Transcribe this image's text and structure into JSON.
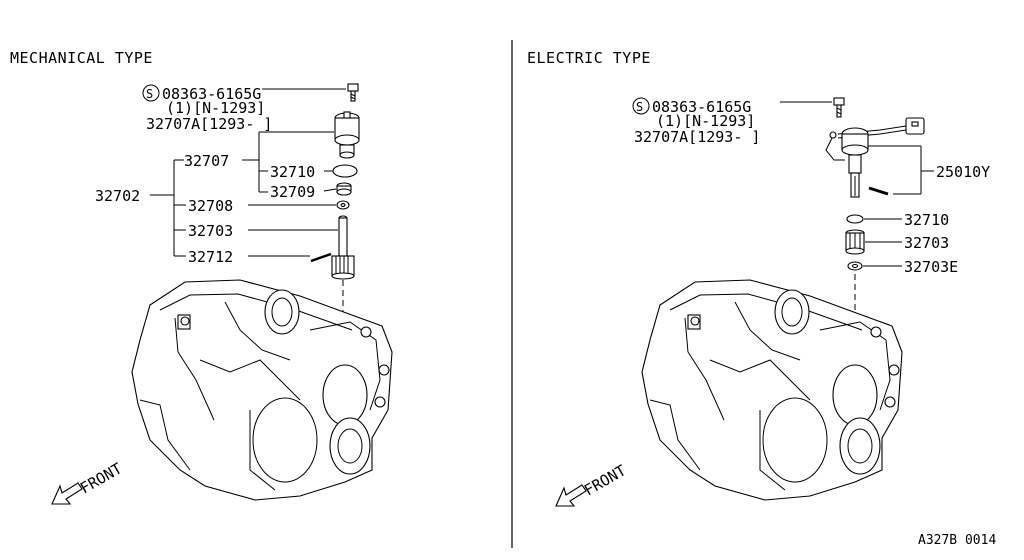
{
  "mechanical": {
    "title": "MECHANICAL TYPE",
    "screw_code": "08363-6165G",
    "screw_qty": "(1)[N-1293]",
    "screw_alt": "32707A[1293-   ]",
    "assembly": "32702",
    "parts": [
      "32707",
      "32710",
      "32709",
      "32708",
      "32703",
      "32712"
    ]
  },
  "electric": {
    "title": "ELECTRIC TYPE",
    "screw_code": "08363-6165G",
    "screw_qty": "(1)[N-1293]",
    "screw_alt": "32707A[1293-   ]",
    "sensor": "25010Y",
    "parts": [
      "32710",
      "32703",
      "32703E"
    ]
  },
  "front_label": "FRONT",
  "s_symbol": "S",
  "figure_code": "A327B 0014"
}
